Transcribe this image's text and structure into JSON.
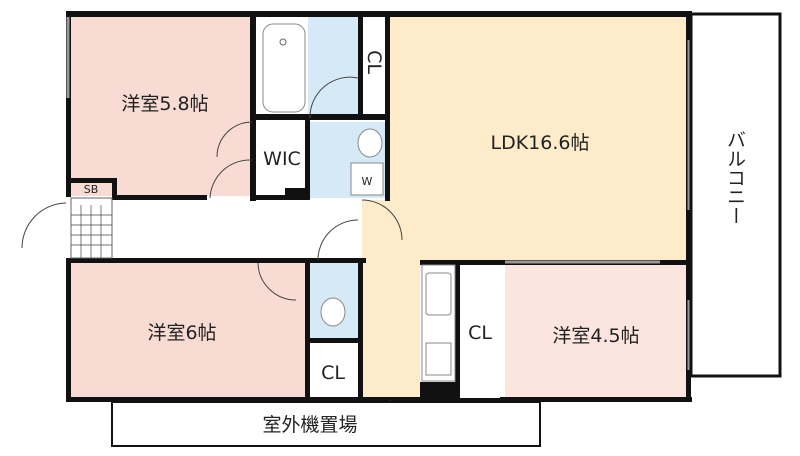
{
  "rooms": {
    "western_room_1": "洋室5.8帖",
    "wic": "WIC",
    "closet_top": "CL",
    "ldk": "LDK16.6帖",
    "balcony": "バルコニー",
    "western_room_2": "洋室6帖",
    "closet_toilet": "CL",
    "closet_right": "CL",
    "western_room_3": "洋室4.5帖",
    "shoe_box": "SB",
    "washer": "W",
    "outdoor_unit_area": "室外機置場"
  },
  "colors": {
    "western_room": "#f8dcd4",
    "western_room_small": "#fbe5de",
    "ldk": "#fdebc9",
    "wet_area": "#d5e9f7",
    "wall": "#111111"
  }
}
